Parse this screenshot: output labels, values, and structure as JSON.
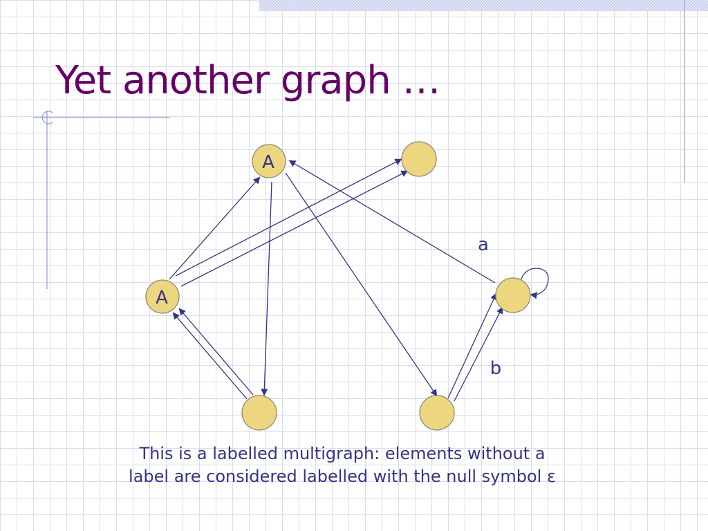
{
  "slide": {
    "title": "Yet another graph …",
    "caption": "This is a labelled multigraph: elements without a label are considered labelled with the null symbol ε"
  },
  "graph": {
    "nodes": [
      {
        "id": "top-left",
        "label": "A"
      },
      {
        "id": "top-right",
        "label": ""
      },
      {
        "id": "mid-left",
        "label": "A"
      },
      {
        "id": "mid-right",
        "label": ""
      },
      {
        "id": "bottom-left",
        "label": ""
      },
      {
        "id": "bottom-right",
        "label": ""
      }
    ],
    "edges": [
      {
        "from": "mid-left",
        "to": "top-left",
        "label": ""
      },
      {
        "from": "mid-left",
        "to": "top-right",
        "label": ""
      },
      {
        "from": "mid-left",
        "to": "top-right",
        "label": ""
      },
      {
        "from": "top-left",
        "to": "bottom-left",
        "label": ""
      },
      {
        "from": "top-left",
        "to": "bottom-right",
        "label": ""
      },
      {
        "from": "mid-right",
        "to": "top-left",
        "label": "a"
      },
      {
        "from": "mid-right",
        "to": "mid-right",
        "label": ""
      },
      {
        "from": "bottom-left",
        "to": "mid-left",
        "label": ""
      },
      {
        "from": "bottom-left",
        "to": "mid-left",
        "label": ""
      },
      {
        "from": "bottom-right",
        "to": "mid-right",
        "label": "b"
      },
      {
        "from": "bottom-right",
        "to": "mid-right",
        "label": ""
      }
    ]
  },
  "colors": {
    "title": "#660066",
    "text": "#33338a",
    "node_fill": "#ecd67e",
    "node_stroke": "#8a8a7a",
    "edge": "#33338a",
    "grid": "#d9dcf2",
    "decoration": "#8f9bd6"
  }
}
